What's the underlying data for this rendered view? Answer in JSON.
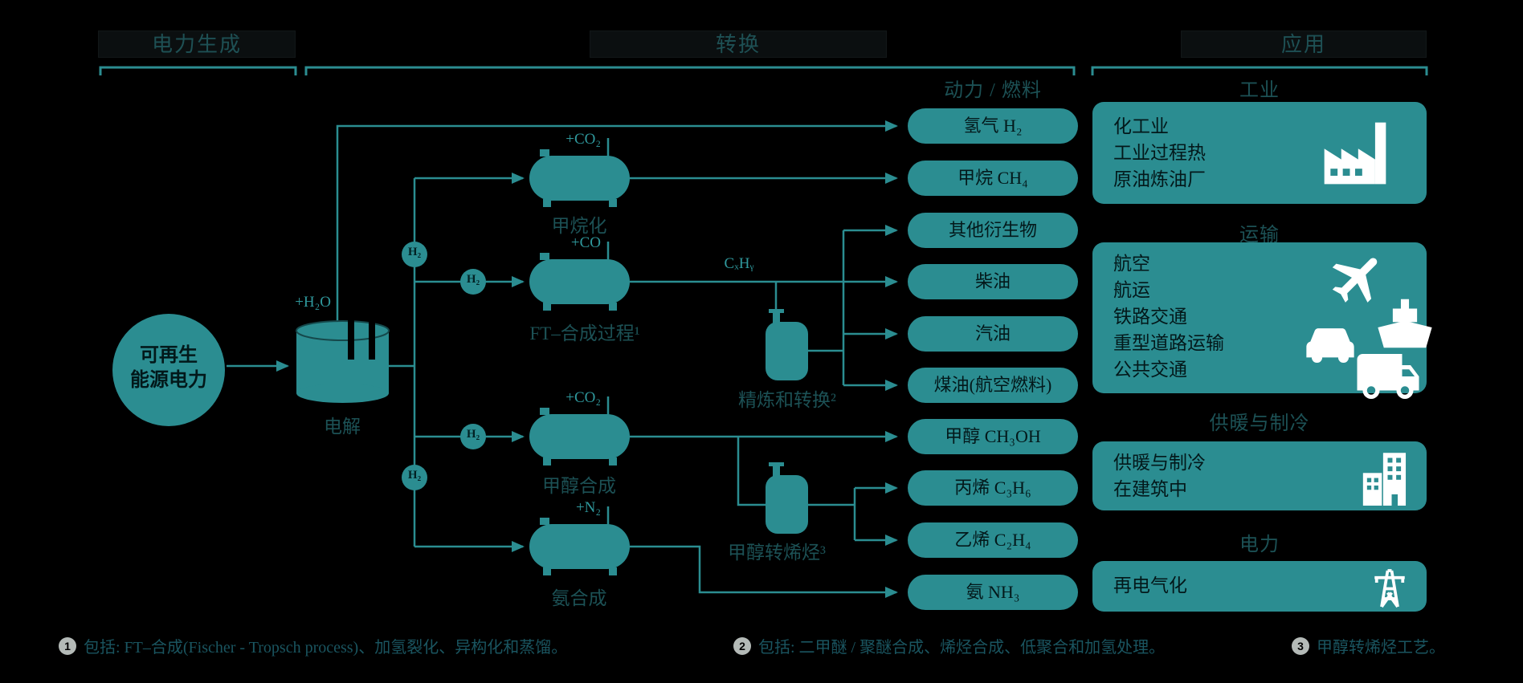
{
  "colors": {
    "accent_teal": "#2b8d91",
    "background": "#000000",
    "muted_label": "#1c5155",
    "gas_label": "#2f989c",
    "icon_white": "#ffffff"
  },
  "headers": {
    "power_generation": "电力生成",
    "conversion": "转换",
    "application": "应用"
  },
  "source": {
    "label": "可再生\n能源电力"
  },
  "electrolysis": {
    "label": "电解",
    "input_label": "+H₂O"
  },
  "h2_label": "H₂",
  "processes": {
    "methanation": {
      "label": "甲烷化",
      "feed": "+CO₂"
    },
    "ft_synthesis": {
      "label": "FT–合成过程¹",
      "feed": "+CO",
      "output": "CₓHᵧ"
    },
    "methanol_synthesis": {
      "label": "甲醇合成",
      "feed": "+CO₂"
    },
    "ammonia_synthesis": {
      "label": "氨合成",
      "feed": "+N₂"
    },
    "refining": {
      "label": "精炼和转换²"
    },
    "methanol_to_olefins": {
      "label": "甲醇转烯烃³"
    }
  },
  "fuels": {
    "subtitle": "动力 / 燃料",
    "items": [
      "氢气 H₂",
      "甲烷 CH₄",
      "其他衍生物",
      "柴油",
      "汽油",
      "煤油(航空燃料)",
      "甲醇 CH₃OH",
      "丙烯 C₃H₆",
      "乙烯 C₂H₄",
      "氨 NH₃"
    ]
  },
  "applications": {
    "industry": {
      "title": "工业",
      "body": "化工业\n工业过程热\n原油炼油厂"
    },
    "transport": {
      "title": "运输",
      "body": "航空\n航运\n铁路交通\n重型道路运输\n公共交通"
    },
    "heating": {
      "title": "供暖与制冷",
      "body": "供暖与制冷\n在建筑中"
    },
    "power": {
      "title": "电力",
      "body": "再电气化"
    }
  },
  "footnotes": [
    {
      "marker": "1",
      "text": "包括: FT–合成(Fischer - Tropsch process)、加氢裂化、异构化和蒸馏。"
    },
    {
      "marker": "2",
      "text": "包括: 二甲醚 / 聚醚合成、烯烃合成、低聚合和加氢处理。"
    },
    {
      "marker": "3",
      "text": "甲醇转烯烃工艺。"
    }
  ]
}
